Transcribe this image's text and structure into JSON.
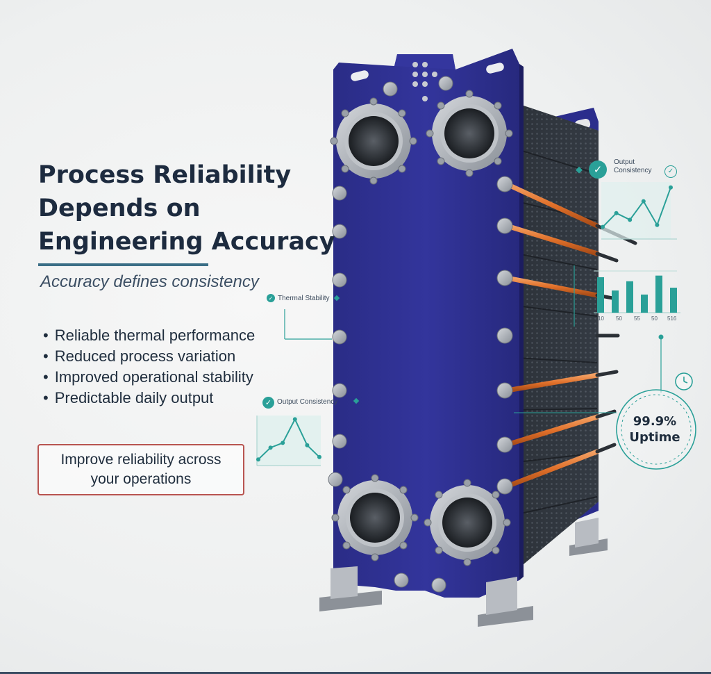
{
  "hero": {
    "title_lines": [
      "Process Reliability",
      "Depends on",
      "Engineering Accuracy"
    ],
    "subtitle": "Accuracy defines consistency"
  },
  "bullets": [
    "Reliable thermal performance",
    "Reduced process variation",
    "Improved operational stability",
    "Predictable daily output"
  ],
  "bullet_symbol": "•",
  "cta": {
    "label": "Improve reliability across your operations"
  },
  "callouts": {
    "thermal_stability": "Thermal Stability",
    "output_consistency_left": "Output Consistency",
    "output_consistency_right_line1": "Output",
    "output_consistency_right_line2": "Consistency"
  },
  "uptime": {
    "value": "99.9%",
    "label": "Uptime"
  },
  "bar_chart": {
    "tick_labels": [
      "10",
      "50",
      "55",
      "50",
      "516"
    ],
    "values": [
      0.88,
      0.55,
      0.78,
      0.45,
      0.92,
      0.62
    ]
  },
  "line_chart_left": {
    "values": [
      0.1,
      0.35,
      0.45,
      0.95,
      0.4,
      0.15
    ]
  },
  "line_chart_right": {
    "values": [
      0.18,
      0.45,
      0.32,
      0.68,
      0.22,
      0.95
    ]
  },
  "icons": {
    "check": "✓",
    "clock": "clock-icon"
  },
  "colors": {
    "plate_blue": "#2e2f8f",
    "accent_teal": "#2aa098",
    "title_navy": "#1d2b3f",
    "cta_border": "#b85450",
    "rod_orange": "#e0702a"
  }
}
